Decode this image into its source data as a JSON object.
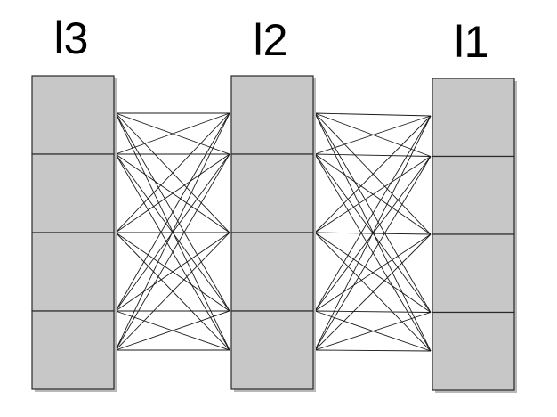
{
  "diagram": {
    "layers": [
      {
        "label": "l3",
        "units": 4
      },
      {
        "label": "l2",
        "units": 4
      },
      {
        "label": "l1",
        "units": 4
      }
    ],
    "connectivity": "fully-connected",
    "colors": {
      "unit_fill": "#c8c7c8",
      "unit_stroke": "#2a2a2a",
      "shadow": "#b9b9b9",
      "edge": "#1a1a1a",
      "label": "#000000",
      "background": "#ffffff"
    }
  }
}
